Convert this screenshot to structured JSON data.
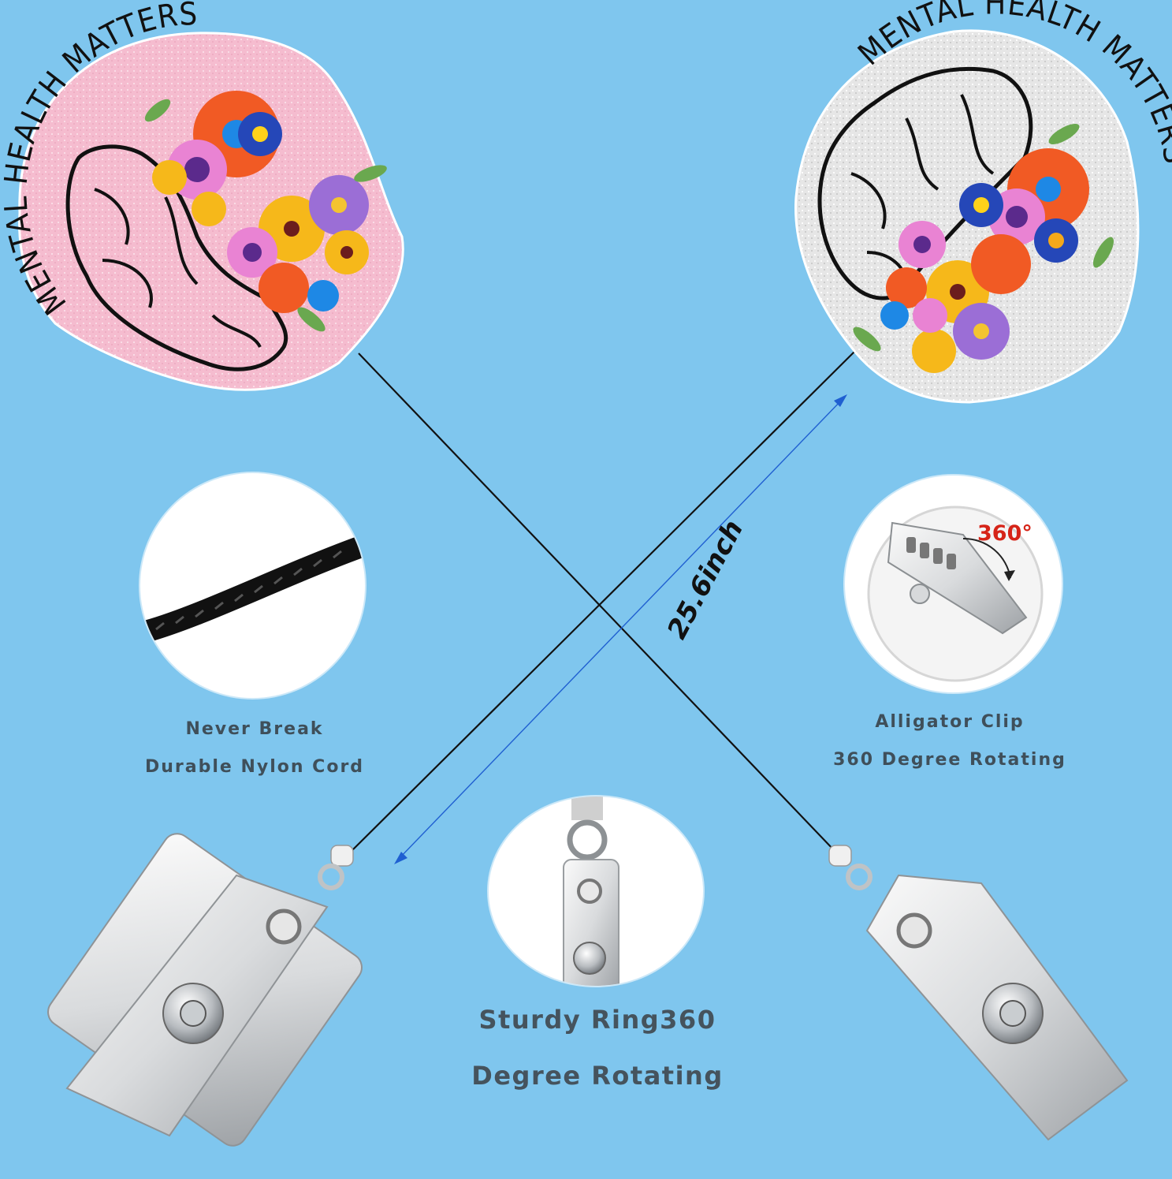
{
  "badges": {
    "left_text": "MENTAL HEALTH MATTERS",
    "right_text": "MENTAL HEALTH MATTERS",
    "left_glitter_color": "#f4b9cd",
    "right_glitter_color": "#e3e3e3"
  },
  "cord_length_label": "25.6inch",
  "rotation_label": "360°",
  "features": {
    "cord": {
      "line1": "Never Break",
      "line2": "Durable Nylon Cord"
    },
    "clip": {
      "line1": "Alligator Clip",
      "line2": "360 Degree Rotating"
    },
    "ring": {
      "line1": "Sturdy Ring360",
      "line2": "Degree Rotating"
    }
  },
  "colors": {
    "background": "#7fc6ee",
    "measure_arrow": "#1f5fd1",
    "cord": "#111111"
  }
}
